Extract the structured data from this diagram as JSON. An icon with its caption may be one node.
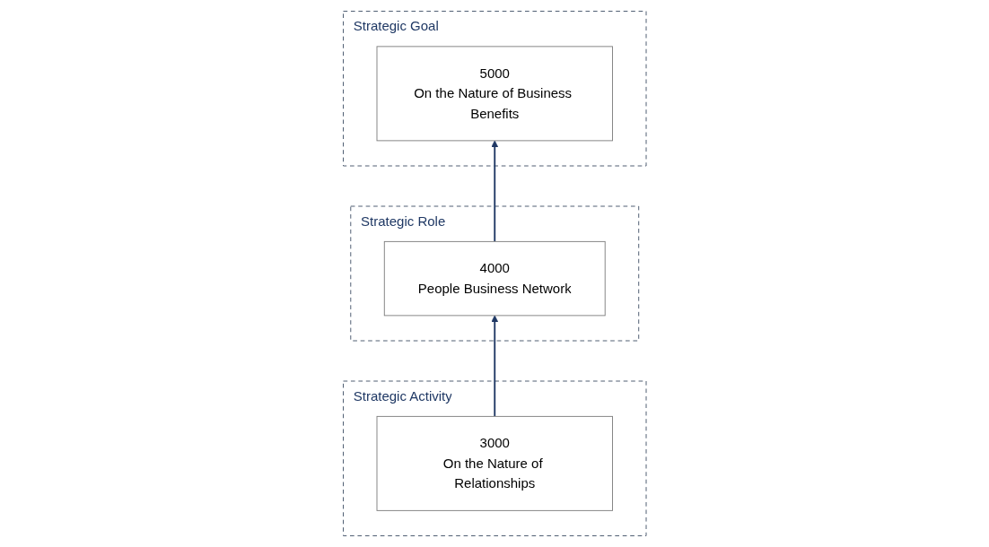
{
  "diagram": {
    "nodes": [
      {
        "text": [
          "Strategic Goal"
        ]
      },
      {
        "text": [
          "5000",
          "On the Nature of Business Benefits"
        ],
        "in": 0
      },
      {
        "text": [
          "Strategic Role"
        ]
      },
      {
        "text": [
          "4000",
          "People Business Network"
        ],
        "in": 2
      },
      {
        "text": [
          "Strategic Activity"
        ]
      },
      {
        "text": [
          "3000",
          "On the Nature of Relationships"
        ],
        "in": 4
      }
    ],
    "edges": [
      {
        "from": 5,
        "to": 3,
        "arrow": "to"
      },
      {
        "from": 3,
        "to": 1,
        "arrow": "to"
      }
    ]
  }
}
